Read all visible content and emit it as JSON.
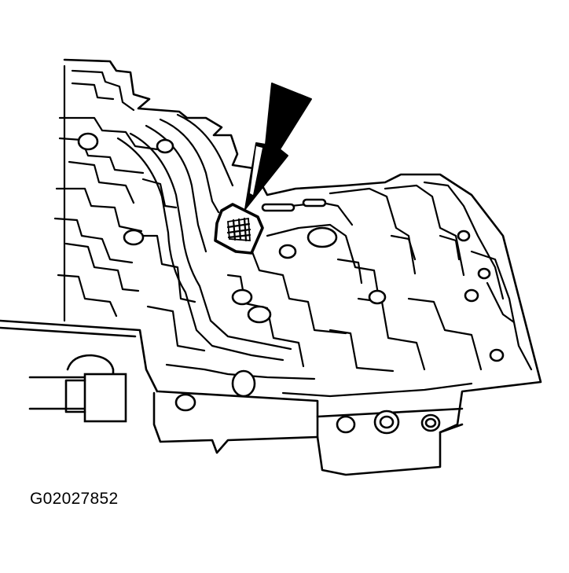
{
  "figure": {
    "id_label": "G02027852",
    "subject": "valve-body",
    "indicator": "arrow",
    "highlighted_part": "filter-screen"
  },
  "colors": {
    "ink": "#000000",
    "paper": "#ffffff"
  }
}
